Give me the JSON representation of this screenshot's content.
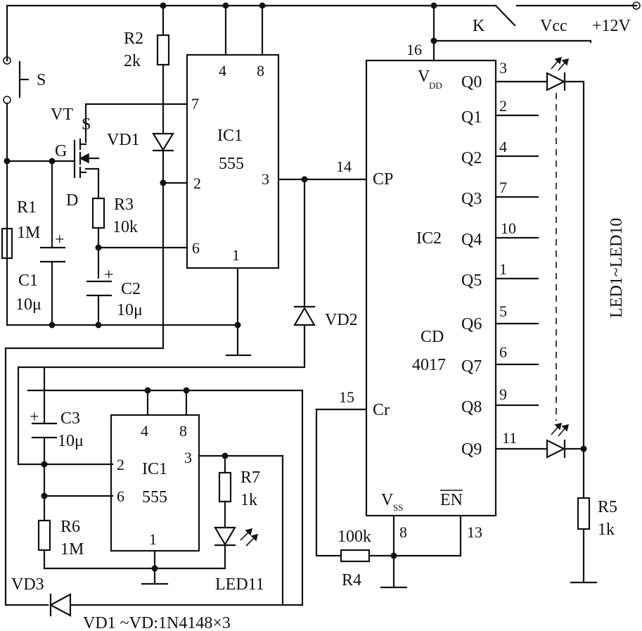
{
  "components": {
    "switch_s": "S",
    "transistor": "VT",
    "gate": "G",
    "source": "S",
    "drain": "D",
    "r1": "R1",
    "r1_value": "1M",
    "c1": "C1",
    "c1_value": "10μ",
    "r2": "R2",
    "r2_value": "2k",
    "vd1": "VD1",
    "r3": "R3",
    "r3_value": "10k",
    "c2": "C2",
    "c2_value": "10μ",
    "vd2": "VD2",
    "c3": "C3",
    "c3_value": "10μ",
    "r6": "R6",
    "r6_value": "1M",
    "r7": "R7",
    "r7_value": "1k",
    "led11": "LED11",
    "vd3": "VD3",
    "r4": "R4",
    "r4_value": "100k",
    "r5": "R5",
    "r5_value": "1k",
    "switch_k": "K",
    "vcc": "Vcc",
    "vcc_voltage": "+12V",
    "led_range": "LED1~LED10",
    "plus": "+",
    "footnote": "VD1 ~VD:1N4148×3"
  },
  "ic1_top": {
    "name": "IC1",
    "type": "555",
    "pins": {
      "p4": "4",
      "p8": "8",
      "p7": "7",
      "p2": "2",
      "p6": "6",
      "p3": "3",
      "p1": "1"
    }
  },
  "ic1_bottom": {
    "name": "IC1",
    "type": "555",
    "pins": {
      "p4": "4",
      "p8": "8",
      "p2": "2",
      "p6": "6",
      "p3": "3",
      "p1": "1"
    }
  },
  "ic2": {
    "name": "IC2",
    "part_line1": "CD",
    "part_line2": "4017",
    "vdd": "V",
    "vdd_sub": "DD",
    "vss": "V",
    "vss_sub": "SS",
    "cp": "CP",
    "cr": "Cr",
    "en": "EN",
    "pin_vdd": "16",
    "pin_cp": "14",
    "pin_cr": "15",
    "pin_vss": "8",
    "pin_en": "13",
    "outputs": [
      {
        "name": "Q0",
        "pin": "3"
      },
      {
        "name": "Q1",
        "pin": "2"
      },
      {
        "name": "Q2",
        "pin": "4"
      },
      {
        "name": "Q3",
        "pin": "7"
      },
      {
        "name": "Q4",
        "pin": "10"
      },
      {
        "name": "Q5",
        "pin": "1"
      },
      {
        "name": "Q6",
        "pin": "5"
      },
      {
        "name": "Q7",
        "pin": "6"
      },
      {
        "name": "Q8",
        "pin": "9"
      },
      {
        "name": "Q9",
        "pin": "11"
      }
    ]
  }
}
